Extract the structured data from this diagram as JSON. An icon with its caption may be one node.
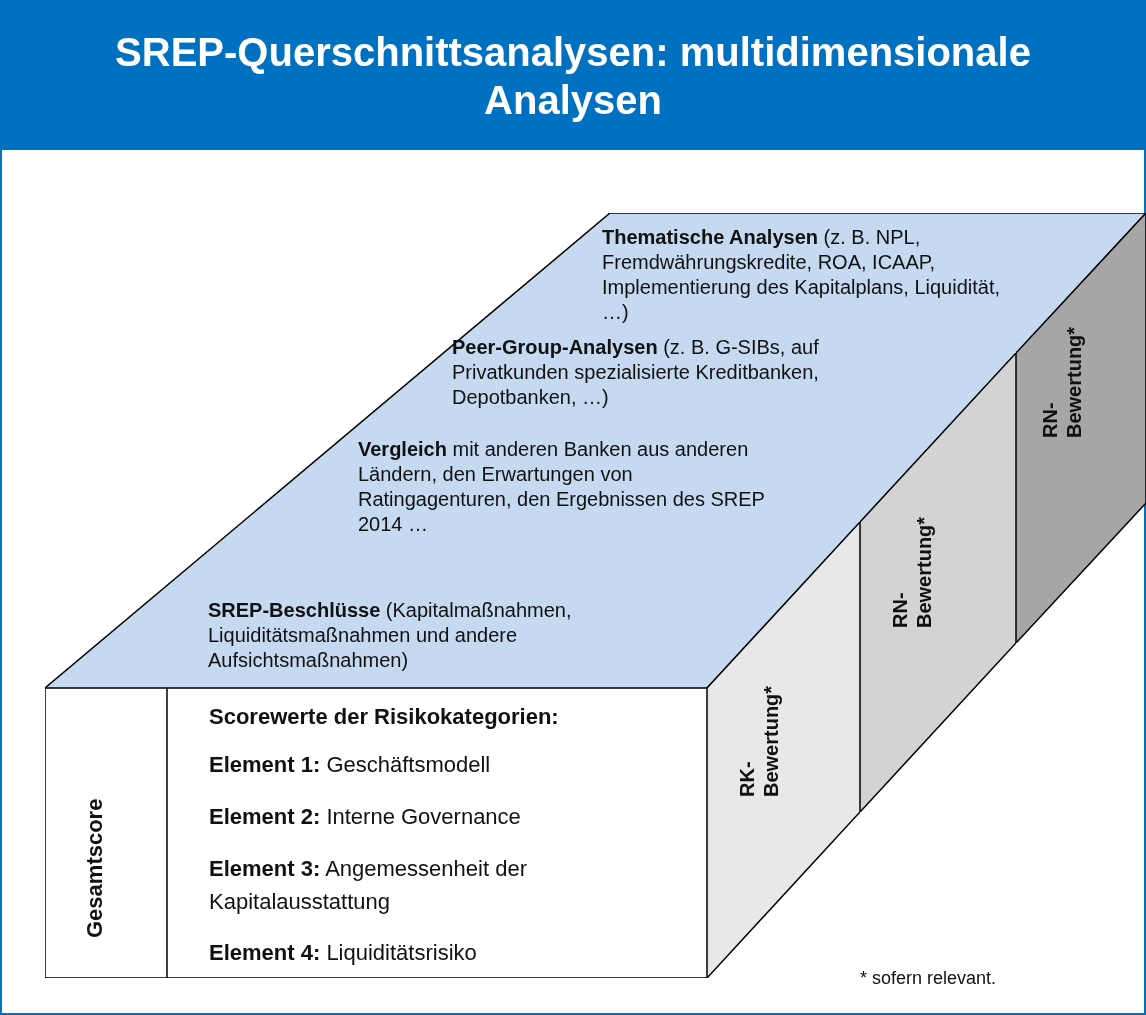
{
  "diagram": {
    "title": "SREP-Querschnittsanalysen: multidimensionale Analysen",
    "nodes": [
      {
        "text": [
          "**Thematische Analysen** (z. B. NPL, Fremdwährungskredite, ROA, ICAAP, Implementierung des Kapitalplans, Liquidität, …)",
          "**Peer-Group-Analysen** (z. B. G-SIBs, auf Privatkunden spezialisierte Kreditbanken, Depotbanken, …)",
          "**Vergleich** mit anderen Banken aus anderen Ländern, den Erwartungen von Ratingagenturen, den Ergebnissen des SREP 2014 …",
          "**SREP-Beschlüsse** (Kapitalmaßnahmen, Liquiditätsmaßnahmen und andere Aufsichtsmaßnahmen)"
        ]
      },
      {
        "text": [
          "Gesamtscore"
        ]
      },
      {
        "text": [
          "**Scorewerte der Risikokategorien:**",
          "**Element 1:** Geschäftsmodell",
          "**Element 2:** Interne Governance",
          "**Element 3:** Angemessenheit der Kapitalausstattung",
          "**Element 4:** Liquiditätsrisiko"
        ]
      },
      {
        "text": [
          "RK- Bewertung*"
        ]
      },
      {
        "text": [
          "RN- Bewertung*"
        ]
      },
      {
        "text": [
          "RN- Bewertung*"
        ]
      }
    ],
    "labels": [
      "* sofern relevant."
    ]
  }
}
